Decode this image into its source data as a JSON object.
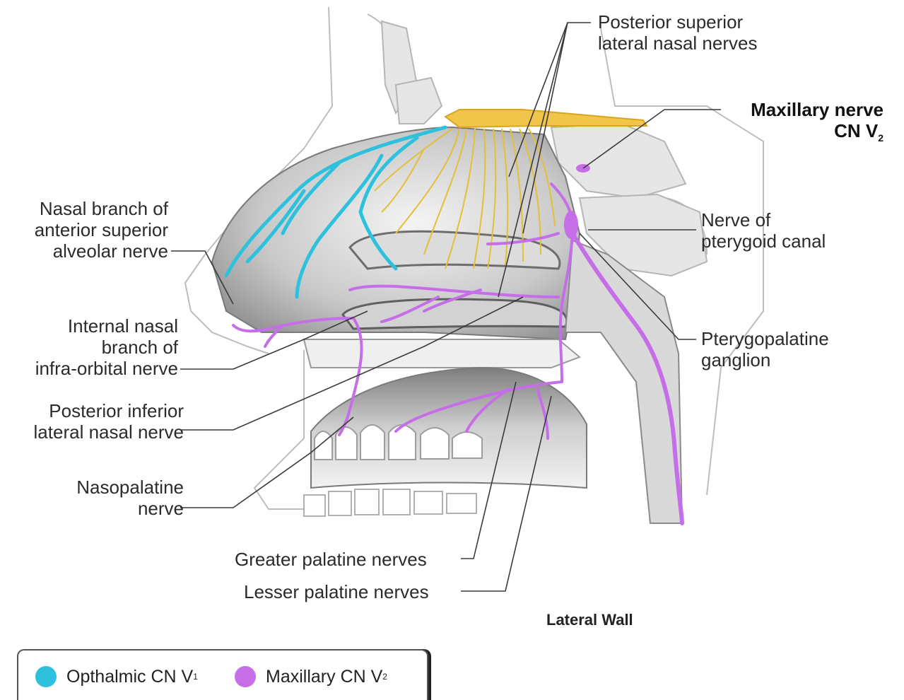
{
  "labels": {
    "posterior_superior": [
      "Posterior superior",
      "lateral nasal nerves"
    ],
    "maxillary_nerve": [
      "Maxillary nerve",
      "CN V"
    ],
    "maxillary_sub": "2",
    "nerve_pterygoid": [
      "Nerve of",
      "pterygoid canal"
    ],
    "pterygopalatine": [
      "Pterygopalatine",
      "ganglion"
    ],
    "nasal_branch": [
      "Nasal branch of",
      "anterior superior",
      "alveolar nerve"
    ],
    "internal_nasal": [
      "Internal nasal",
      "branch of",
      "infra-orbital nerve"
    ],
    "posterior_inferior": [
      "Posterior inferior",
      "lateral nasal nerve"
    ],
    "nasopalatine": [
      "Nasopalatine",
      "nerve"
    ],
    "greater_palatine": "Greater palatine nerves",
    "lesser_palatine": "Lesser palatine nerves",
    "caption": "Lateral Wall"
  },
  "legend": {
    "items": [
      {
        "label": "Opthalmic CN V",
        "sub": "1",
        "color": "#2ec1de"
      },
      {
        "label": "Maxillary CN V",
        "sub": "2",
        "color": "#c56ee8"
      }
    ]
  },
  "colors": {
    "ophthalmic": "#2ec1de",
    "maxillary": "#c56ee8",
    "olfactory": "#e8c23a",
    "bone": "#e9e9e9",
    "cavity": "#9a9a9a"
  }
}
